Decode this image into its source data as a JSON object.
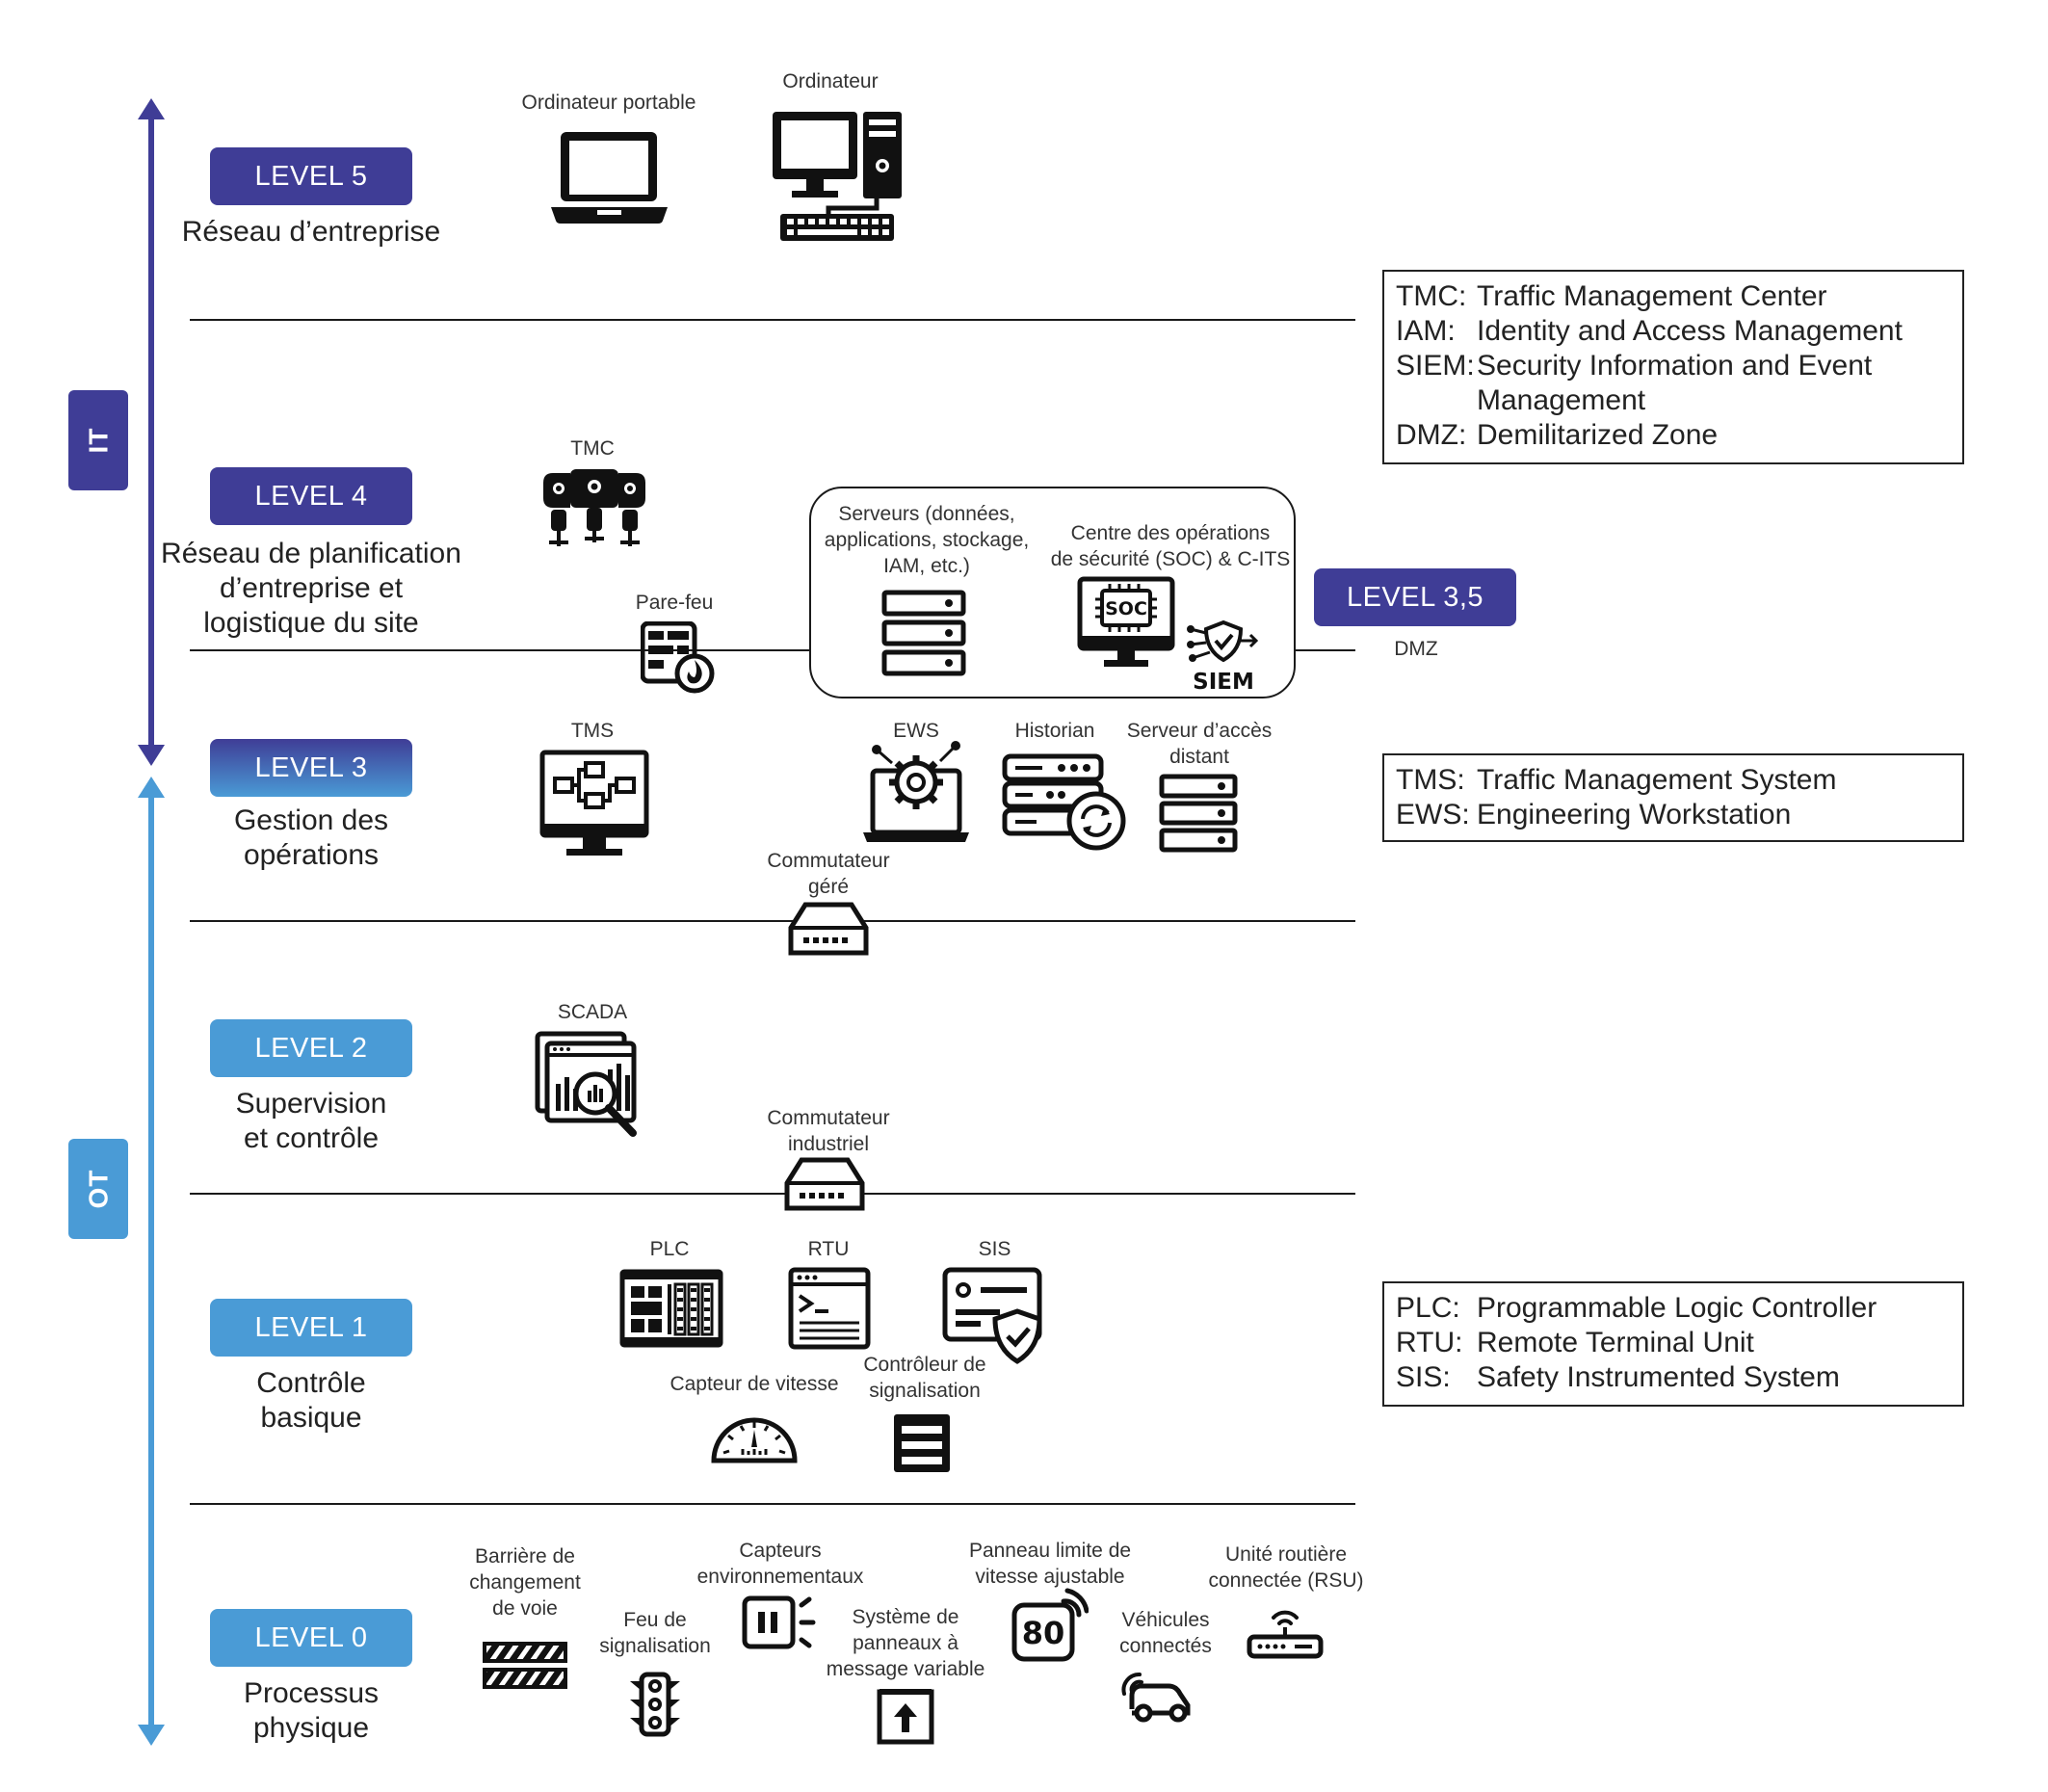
{
  "sides": {
    "it": "IT",
    "ot": "OT"
  },
  "colors": {
    "it_purple": "#3f3d96",
    "ot_blue": "#4a9bd6",
    "level3_gradient": [
      "#3f3d96",
      "#4a9bd6"
    ]
  },
  "levels": [
    {
      "label": "LEVEL 5",
      "desc": [
        "Réseau d’entreprise"
      ]
    },
    {
      "label": "LEVEL 4",
      "desc": [
        "Réseau de planification",
        "d’entreprise et",
        "logistique du site"
      ]
    },
    {
      "label": "LEVEL 3",
      "desc": [
        "Gestion des",
        "opérations"
      ]
    },
    {
      "label": "LEVEL 2",
      "desc": [
        "Supervision",
        "et contrôle"
      ]
    },
    {
      "label": "LEVEL 1",
      "desc": [
        "Contrôle",
        "basique"
      ]
    },
    {
      "label": "LEVEL 0",
      "desc": [
        "Processus",
        "physique"
      ]
    }
  ],
  "dmz": {
    "label": "LEVEL 3,5",
    "sub": "DMZ"
  },
  "devices": {
    "laptop": [
      "Ordinateur portable"
    ],
    "computer": [
      "Ordinateur"
    ],
    "tmc": [
      "TMC"
    ],
    "firewall": [
      "Pare-feu"
    ],
    "servers": [
      "Serveurs (données,",
      "applications, stockage,",
      "IAM, etc.)"
    ],
    "soc": [
      "Centre des opérations",
      "de sécurité (SOC) & C-ITS"
    ],
    "soc_chip": "SOC",
    "siem": "SIEM",
    "tms": [
      "TMS"
    ],
    "ews": [
      "EWS"
    ],
    "historian": [
      "Historian"
    ],
    "remote_access": [
      "Serveur d’accès",
      "distant"
    ],
    "managed_switch": [
      "Commutateur",
      "géré"
    ],
    "scada": [
      "SCADA"
    ],
    "industrial_switch": [
      "Commutateur",
      "industriel"
    ],
    "plc": [
      "PLC"
    ],
    "rtu": [
      "RTU"
    ],
    "sis": [
      "SIS"
    ],
    "speed_sensor": [
      "Capteur de vitesse"
    ],
    "signal_controller": [
      "Contrôleur de",
      "signalisation"
    ],
    "lane_barrier": [
      "Barrière de",
      "changement",
      "de voie"
    ],
    "traffic_light": [
      "Feu de",
      "signalisation"
    ],
    "env_sensors": [
      "Capteurs",
      "environnementaux"
    ],
    "vms": [
      "Système de",
      "panneaux à",
      "message variable"
    ],
    "speed_sign": [
      "Panneau limite de",
      "vitesse ajustable"
    ],
    "speed_sign_value": "80",
    "connected_vehicles": [
      "Véhicules",
      "connectés"
    ],
    "rsu": [
      "Unité routière",
      "connectée (RSU)"
    ]
  },
  "legends": [
    {
      "rows": [
        {
          "abbr": "TMC:",
          "text": "Traffic Management Center"
        },
        {
          "abbr": "IAM:",
          "text": "Identity and Access Management"
        },
        {
          "abbr": "SIEM:",
          "text": "Security Information and Event"
        },
        {
          "abbr": "",
          "text": "Management"
        },
        {
          "abbr": "DMZ:",
          "text": "Demilitarized Zone"
        }
      ]
    },
    {
      "rows": [
        {
          "abbr": "TMS:",
          "text": "Traffic Management System"
        },
        {
          "abbr": "EWS:",
          "text": "Engineering Workstation"
        }
      ]
    },
    {
      "rows": [
        {
          "abbr": "PLC:",
          "text": "Programmable Logic Controller"
        },
        {
          "abbr": "RTU:",
          "text": "Remote Terminal Unit"
        },
        {
          "abbr": "SIS:",
          "text": "Safety Instrumented System"
        }
      ]
    }
  ]
}
